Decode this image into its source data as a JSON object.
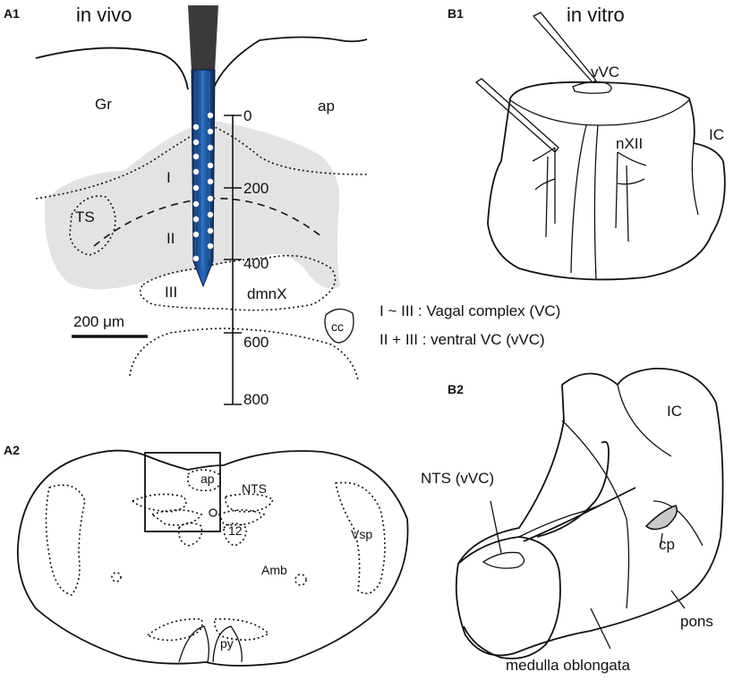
{
  "panels": {
    "a1": "A1",
    "a2": "A2",
    "b1": "B1",
    "b2": "B2"
  },
  "a1": {
    "title": "in vivo",
    "labels": {
      "gr": "Gr",
      "ap": "ap",
      "ts": "TS",
      "region_i": "I",
      "region_ii": "II",
      "region_iii": "III",
      "dmnx": "dmnX",
      "cc": "cc"
    },
    "depth_ticks": [
      "0",
      "200",
      "400",
      "600",
      "800"
    ],
    "scale_bar": "200 μm"
  },
  "legend": {
    "line1": "I ~ III : Vagal complex (VC)",
    "line2": "II + III : ventral VC (vVC)"
  },
  "b1": {
    "title": "in vitro",
    "labels": {
      "vvc": "vVC",
      "nxii": "nXII",
      "ic": "IC"
    }
  },
  "a2": {
    "labels": {
      "ap": "ap",
      "nts": "NTS",
      "twelve": "12",
      "vsp": "Vsp",
      "amb": "Amb",
      "py": "py"
    }
  },
  "b2": {
    "labels": {
      "ic": "IC",
      "nts_vvc": "NTS (vVC)",
      "cp": "cp",
      "pons": "pons",
      "medulla": "medulla oblongata"
    }
  },
  "colors": {
    "probe_shaft": "#3a3a3a",
    "probe_blue": "#1a4d8f",
    "shading": "#e3e3e3"
  }
}
